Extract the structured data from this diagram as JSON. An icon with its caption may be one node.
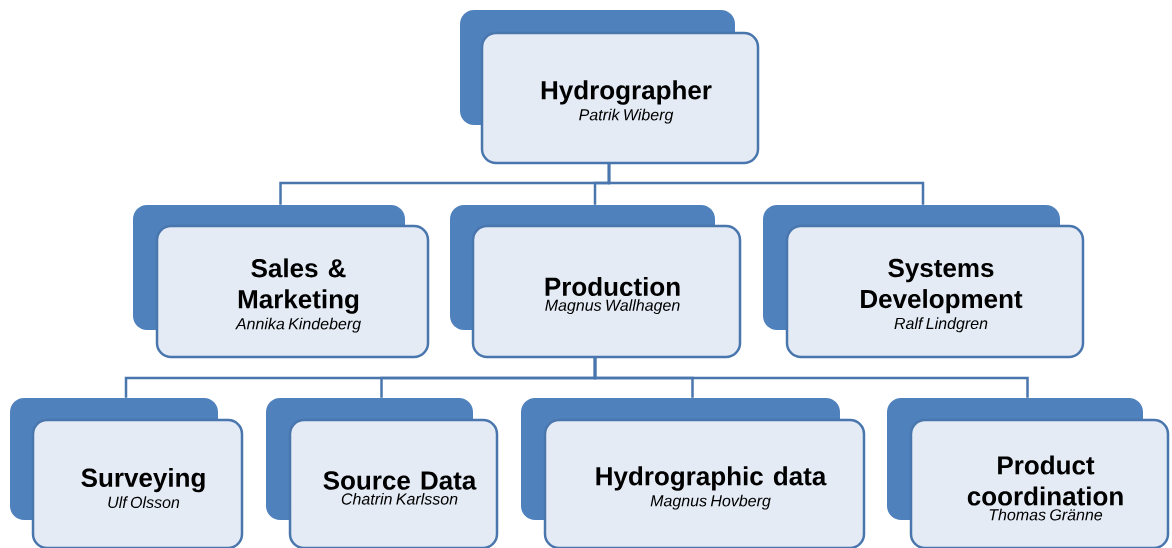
{
  "diagram": {
    "nodes": [
      {
        "text": [
          "Hydrographer",
          "Patrik Wiberg"
        ]
      },
      {
        "text": [
          "Sales & Marketing",
          "Annika Kindeberg"
        ]
      },
      {
        "text": [
          "Production",
          "Magnus Wallhagen"
        ]
      },
      {
        "text": [
          "Systems Development",
          "Ralf Lindgren"
        ]
      },
      {
        "text": [
          "Surveying",
          "Ulf Olsson"
        ]
      },
      {
        "text": [
          "Source Data",
          "Chatrin Karlsson"
        ]
      },
      {
        "text": [
          "Hydrographic data",
          "Magnus Hovberg"
        ]
      },
      {
        "text": [
          "Product coordination",
          "Thomas Gränne"
        ]
      }
    ],
    "edges": [
      {
        "from": 0,
        "to": 1,
        "arrow": "none"
      },
      {
        "from": 0,
        "to": 2,
        "arrow": "none"
      },
      {
        "from": 0,
        "to": 3,
        "arrow": "none"
      },
      {
        "from": 2,
        "to": 4,
        "arrow": "none"
      },
      {
        "from": 2,
        "to": 5,
        "arrow": "none"
      },
      {
        "from": 2,
        "to": 6,
        "arrow": "none"
      },
      {
        "from": 2,
        "to": 7,
        "arrow": "none"
      }
    ]
  }
}
